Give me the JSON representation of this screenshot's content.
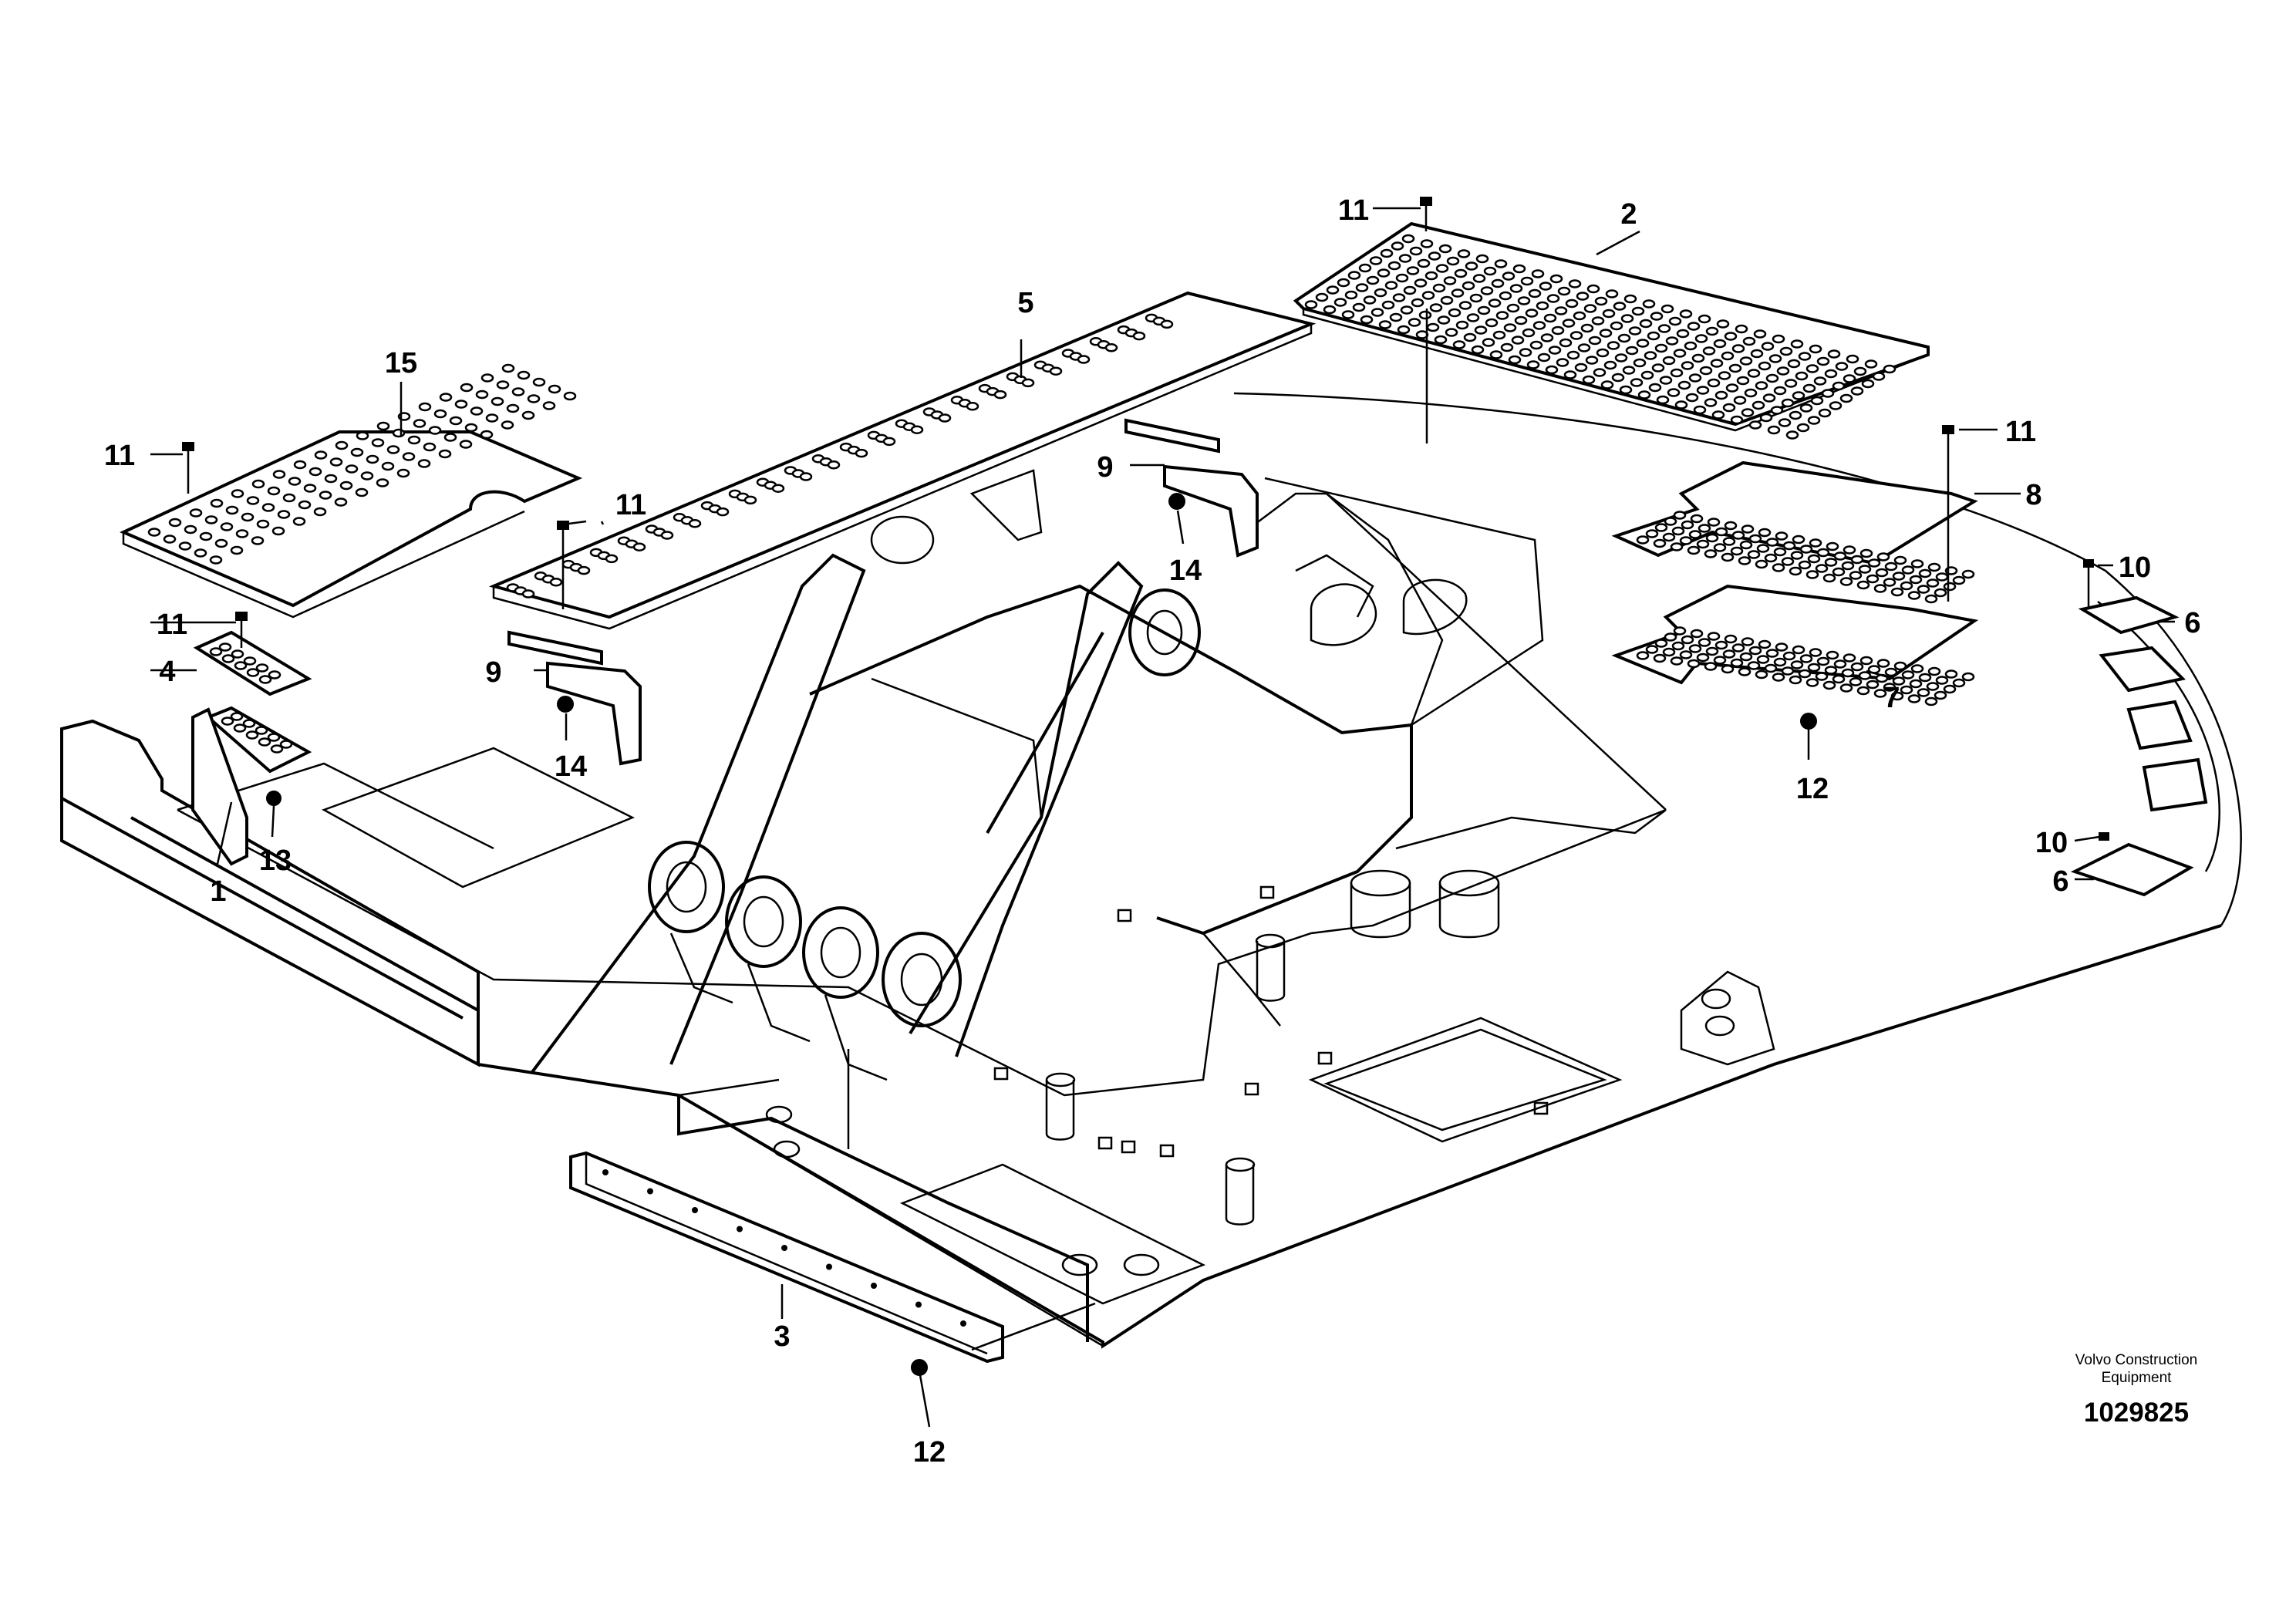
{
  "callouts": {
    "c1": "1",
    "c2": "2",
    "c3": "3",
    "c4": "4",
    "c5": "5",
    "c6a": "6",
    "c6b": "6",
    "c7": "7",
    "c8": "8",
    "c9a": "9",
    "c9b": "9",
    "c10a": "10",
    "c10b": "10",
    "c11a": "11",
    "c11b": "11",
    "c11c": "11",
    "c11d": "11",
    "c11e": "11",
    "c12a": "12",
    "c12b": "12",
    "c13": "13",
    "c14a": "14",
    "c14b": "14",
    "c15": "15"
  },
  "credit": {
    "line1": "Volvo Construction",
    "line2": "Equipment"
  },
  "part_number": "1029825"
}
